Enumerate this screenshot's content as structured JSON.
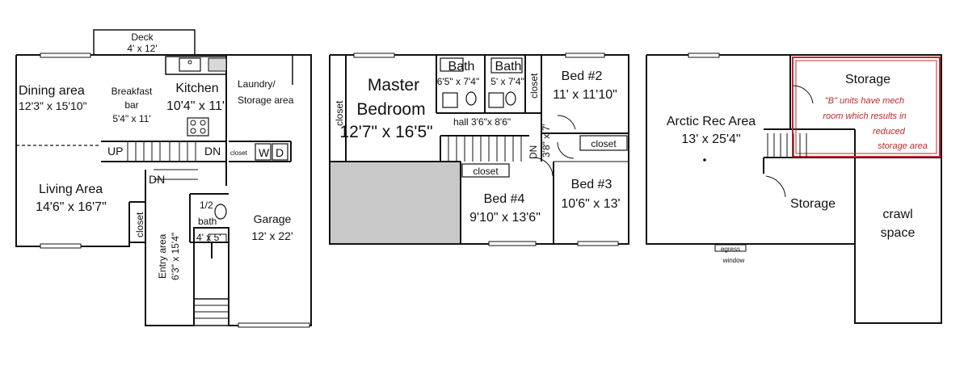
{
  "first_floor": {
    "deck": {
      "name": "Deck",
      "size": "4' x 12'"
    },
    "dining": {
      "name": "Dining area",
      "size": "12'3\" x 15'10\""
    },
    "breakfast": {
      "line1": "Breakfast",
      "line2": "bar",
      "size": "5'4\" x 11'"
    },
    "kitchen": {
      "name": "Kitchen",
      "size": "10'4\" x 11'"
    },
    "laundry": {
      "line1": "Laundry/",
      "line2": "Storage area"
    },
    "up": "UP",
    "dn_kitchen": "DN",
    "closet_small": "closet",
    "washer": "W",
    "dryer": "D",
    "dn_entry": "DN",
    "living": {
      "name": "Living Area",
      "size": "14'6\" x 16'7\""
    },
    "closet_entry": "closet",
    "entry": {
      "name": "Entry area",
      "size": "6'3\" x 15'4\""
    },
    "half_bath": {
      "line1": "1/2",
      "line2": "bath",
      "size": "4' x 5'"
    },
    "garage": {
      "name": "Garage",
      "size": "12' x 22'"
    }
  },
  "second_floor": {
    "closet_master": "closet",
    "master": {
      "line1": "Master",
      "line2": "Bedroom",
      "size": "12'7\" x 16'5\""
    },
    "bath1": {
      "name": "Bath",
      "size": "6'5\" x 7'4\""
    },
    "bath2": {
      "name": "Bath",
      "size": "5' x 7'4\""
    },
    "closet_bath": "closet",
    "hall": "hall 3'6\"x 8'6\"",
    "dn": "DN",
    "hall_dim": "3'8\" x 7'",
    "bed2": {
      "name": "Bed #2",
      "size": "11' x 11'10\""
    },
    "closet_bed3": "closet",
    "closet_bed4": "closet",
    "bed3": {
      "name": "Bed #3",
      "size": "10'6\" x 13'"
    },
    "bed4": {
      "name": "Bed #4",
      "size": "9'10\" x 13'6\""
    }
  },
  "basement": {
    "arctic": {
      "name": "Arctic Rec Area",
      "size": "13' x 25'4\""
    },
    "storage_top": "Storage",
    "note": [
      "\"B\" units have mech",
      "room which results in",
      "reduced",
      "storage area"
    ],
    "storage_bottom": "Storage",
    "crawl": {
      "line1": "crawl",
      "line2": "space"
    },
    "egress": {
      "line1": "egress",
      "line2": "window"
    }
  }
}
